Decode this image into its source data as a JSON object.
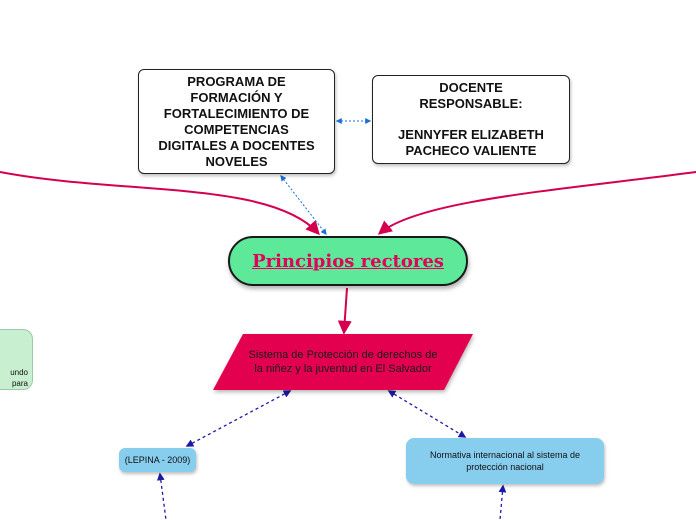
{
  "nodes": {
    "programa": "PROGRAMA DE FORMACIÓN Y FORTALECIMIENTO DE COMPETENCIAS DIGITALES A DOCENTES NOVELES",
    "docente_line1": "DOCENTE",
    "docente_line2": "RESPONSABLE:",
    "docente_line3": "JENNYFER ELIZABETH",
    "docente_line4": "PACHECO VALIENTE",
    "central": "Principios rectores",
    "sistema": "Sistema de Protección de derechos de la niñez y la juventud en El Salvador",
    "lepina": "(LEPINA - 2009)",
    "normativa": "Normativa internacional al sistema de protección nacional",
    "left_partial_line1": "undo",
    "left_partial_line2": "para"
  },
  "colors": {
    "central_fill": "#5ee89a",
    "central_text": "#e3005a",
    "sistema_fill": "#e3004f",
    "blue_box": "#87cdee",
    "connector_red": "#d4004f",
    "connector_blue": "#1a6fd6",
    "connector_navy": "#1a1aa6"
  }
}
